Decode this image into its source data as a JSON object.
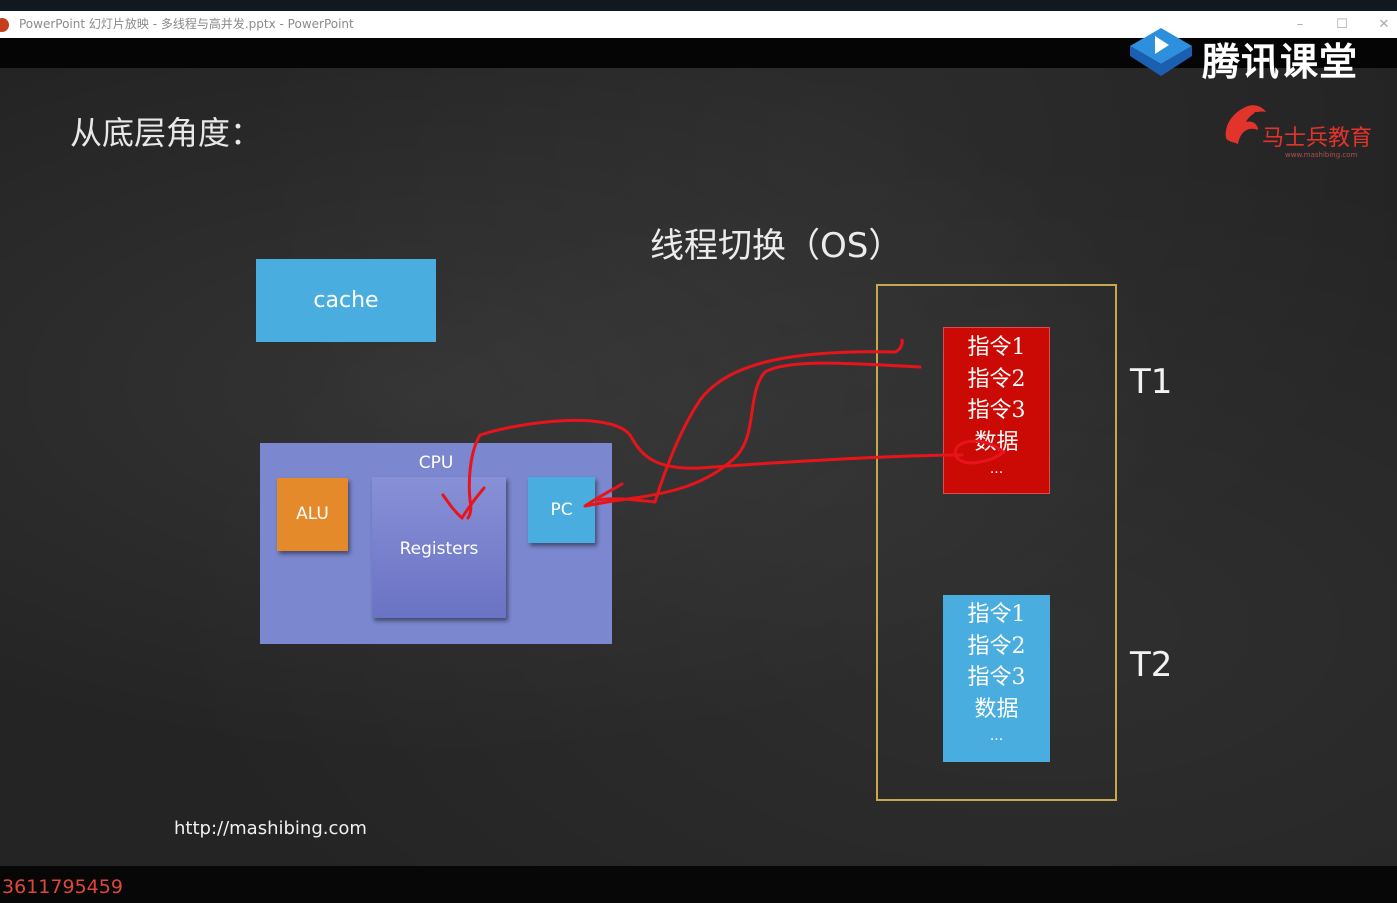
{
  "window": {
    "title": "PowerPoint 幻灯片放映  -  多线程与高并发.pptx - PowerPoint",
    "controls": {
      "minimize": "–",
      "maximize": "☐",
      "close": "✕"
    }
  },
  "slide": {
    "heading": "从底层角度：",
    "subtitle": "线程切换（OS）",
    "cache_label": "cache",
    "cpu": {
      "label": "CPU",
      "alu": "ALU",
      "registers": "Registers",
      "pc": "PC"
    },
    "threads": [
      {
        "label": "T1",
        "lines": [
          "指令1",
          "指令2",
          "指令3",
          "数据"
        ],
        "ellipsis": "...",
        "color": "#cc0a05"
      },
      {
        "label": "T2",
        "lines": [
          "指令1",
          "指令2",
          "指令3",
          "数据"
        ],
        "ellipsis": "...",
        "color": "#4aade0"
      }
    ],
    "url": "http://mashibing.com"
  },
  "overlay": {
    "tencent_logo_text": "腾讯课堂",
    "msb_logo_text": "马士兵教育",
    "msb_logo_sub": "www.mashibing.com",
    "phone": ".3611795459"
  },
  "colors": {
    "annotation": "#e8141b",
    "frame": "#c8a84e",
    "cpu": "#7b87cf",
    "accent_blue": "#4aade0",
    "alu": "#e48a2a"
  }
}
